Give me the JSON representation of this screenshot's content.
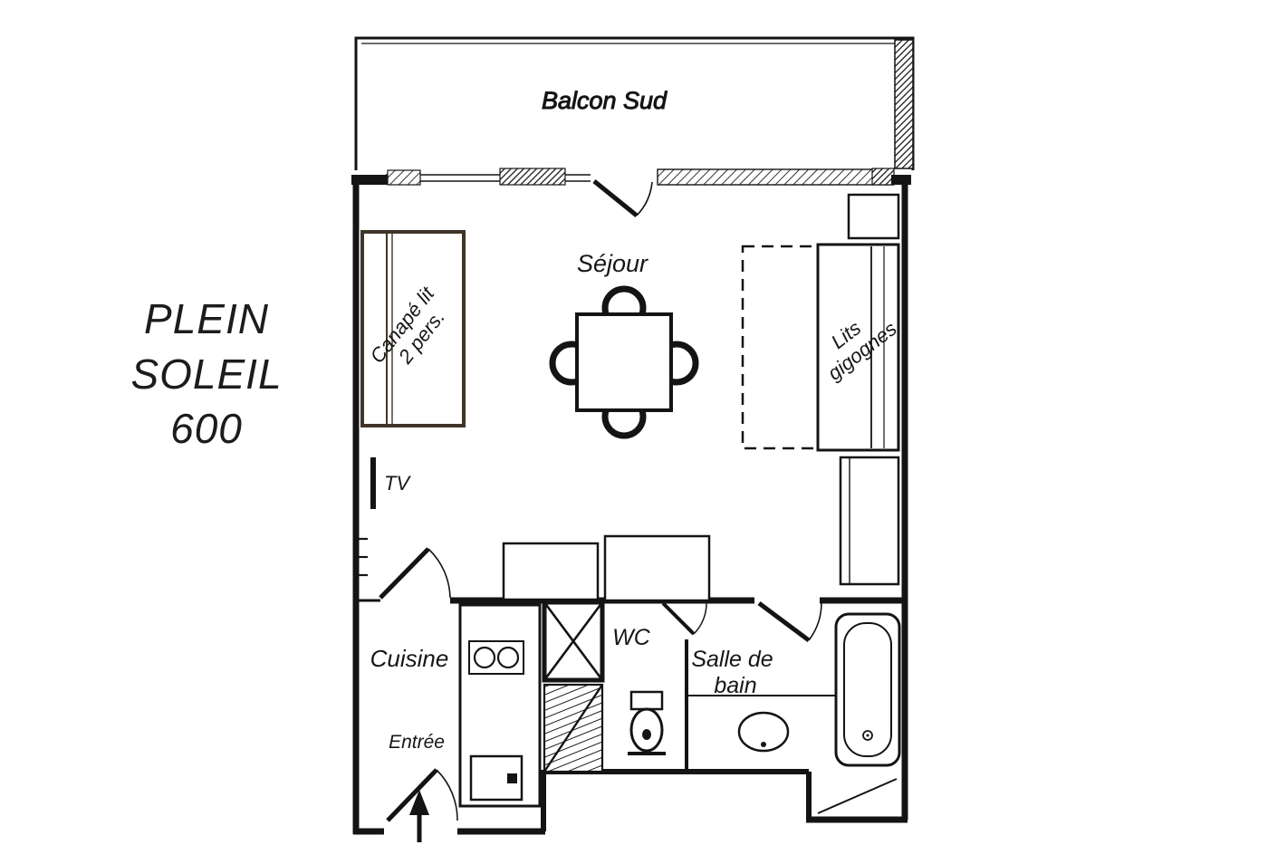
{
  "title": "PLEIN\nSOLEIL\n600",
  "labels": {
    "balcony": "Balcon Sud",
    "living": "Séjour",
    "sofa1": "Canapé lit",
    "sofa2": "2 pers.",
    "beds1": "Lits",
    "beds2": "gigognes",
    "tv": "TV",
    "kitchen": "Cuisine",
    "entrance": "Entrée",
    "wc": "WC",
    "bath1": "Salle de",
    "bath2": "bain"
  },
  "colors": {
    "ink": "#141414",
    "sofa_border": "#3f3528",
    "background": "#ffffff"
  }
}
